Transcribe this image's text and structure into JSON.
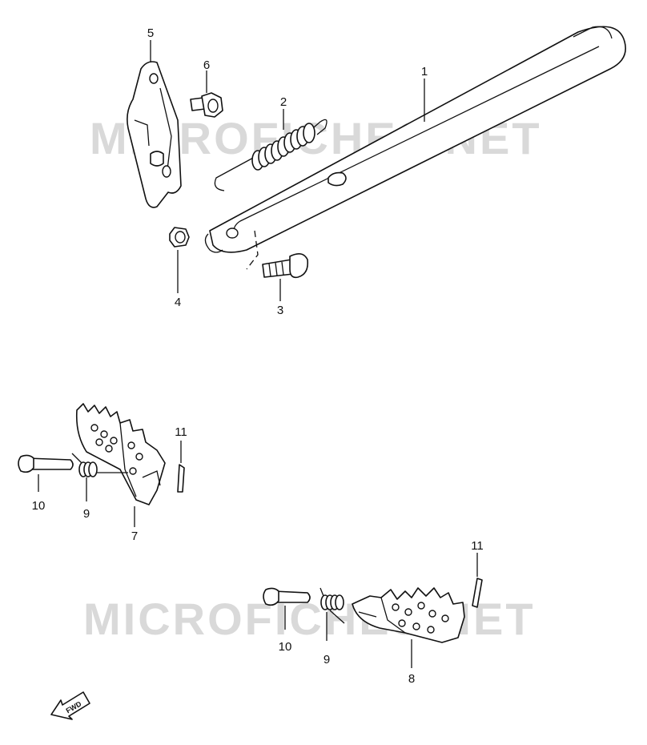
{
  "watermark": "MICROFICHES.NET",
  "direction_badge": "FWD",
  "callouts": {
    "c1": "1",
    "c2": "2",
    "c3": "3",
    "c4": "4",
    "c5": "5",
    "c6": "6",
    "c7": "7",
    "c8": "8",
    "c9a": "9",
    "c9b": "9",
    "c10a": "10",
    "c10b": "10",
    "c11a": "11",
    "c11b": "11"
  }
}
